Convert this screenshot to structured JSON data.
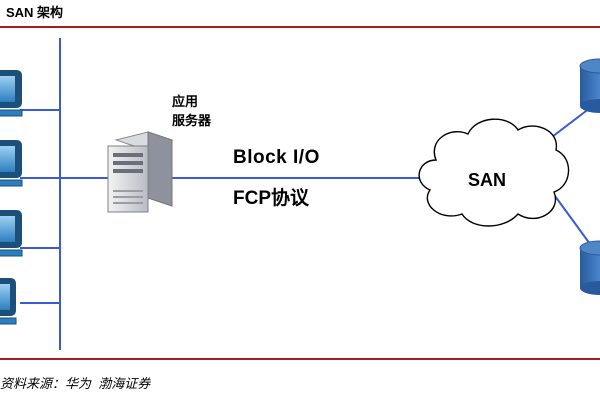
{
  "header": {
    "title": "SAN 架构"
  },
  "diagram": {
    "server_label_line1": "应用",
    "server_label_line2": "服务器",
    "protocol_line1": "Block  I/O",
    "protocol_line2": "FCP协议",
    "cloud_label": "SAN"
  },
  "footer": {
    "source": "资料来源：华为  渤海证券"
  },
  "colors": {
    "accent_rule": "#a0201c",
    "link_line": "#3a5ad8",
    "monitor": "#2c7fbf",
    "storage": "#3b6db0"
  },
  "icons": [
    "client-computer-icon",
    "server-tower-icon",
    "cloud-icon",
    "storage-disk-icon"
  ]
}
